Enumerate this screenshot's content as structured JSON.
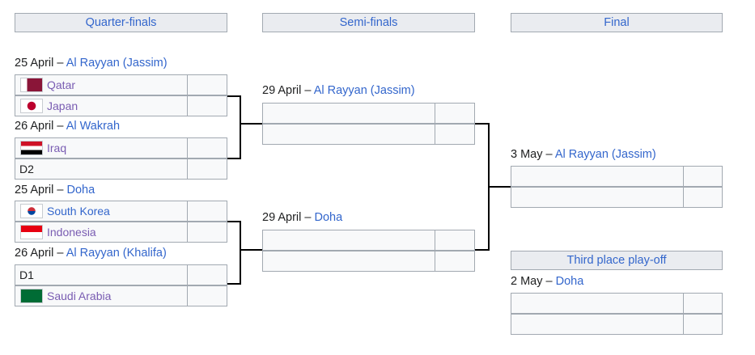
{
  "rounds": {
    "quarterfinals": "Quarter-finals",
    "semifinals": "Semi-finals",
    "final": "Final",
    "third_place": "Third place play-off"
  },
  "qf": [
    {
      "date": "25 April – ",
      "venue": "Al Rayyan (Jassim)",
      "team1": "Qatar",
      "flag1": "qatar-flag-icon",
      "team2": "Japan",
      "flag2": "japan-flag-icon",
      "score1": "",
      "score2": ""
    },
    {
      "date": "26 April – ",
      "venue": "Al Wakrah",
      "team1": "Iraq",
      "flag1": "iraq-flag-icon",
      "team2": "D2",
      "flag2": "",
      "score1": "",
      "score2": ""
    },
    {
      "date": "25 April – ",
      "venue": "Doha",
      "team1": "South Korea",
      "flag1": "south-korea-flag-icon",
      "team2": "Indonesia",
      "flag2": "indonesia-flag-icon",
      "score1": "",
      "score2": ""
    },
    {
      "date": "26 April – ",
      "venue": "Al Rayyan (Khalifa)",
      "team1": "D1",
      "flag1": "",
      "team2": "Saudi Arabia",
      "flag2": "saudi-arabia-flag-icon",
      "score1": "",
      "score2": ""
    }
  ],
  "sf": [
    {
      "date": "29 April – ",
      "venue": "Al Rayyan (Jassim)",
      "team1": "",
      "team2": "",
      "score1": "",
      "score2": ""
    },
    {
      "date": "29 April – ",
      "venue": "Doha",
      "team1": "",
      "team2": "",
      "score1": "",
      "score2": ""
    }
  ],
  "final": {
    "date": "3 May – ",
    "venue": "Al Rayyan (Jassim)",
    "team1": "",
    "team2": "",
    "score1": "",
    "score2": ""
  },
  "third": {
    "date": "2 May – ",
    "venue": "Doha",
    "team1": "",
    "team2": "",
    "score1": "",
    "score2": ""
  },
  "colors": {
    "link": "#3366cc",
    "visited_link": "#795cb2",
    "header_bg": "#eaecf0",
    "cell_bg": "#f8f9fa",
    "border": "#a2a9b1"
  }
}
